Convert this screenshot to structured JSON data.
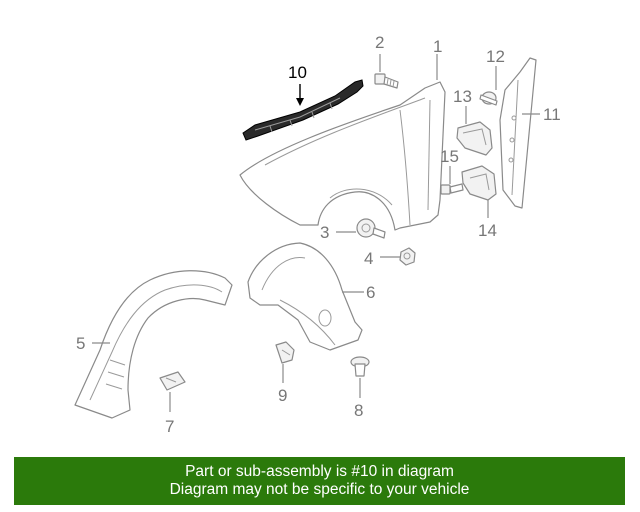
{
  "callouts": {
    "c1": "1",
    "c2": "2",
    "c3": "3",
    "c4": "4",
    "c5": "5",
    "c6": "6",
    "c7": "7",
    "c8": "8",
    "c9": "9",
    "c10": "10",
    "c11": "11",
    "c12": "12",
    "c13": "13",
    "c14": "14",
    "c15": "15"
  },
  "highlighted_part": "10",
  "colors": {
    "banner": "#2b7a0b",
    "highlight": "#000000",
    "lines": "#8a8a8a"
  },
  "footer": {
    "line1": "Part or sub-assembly is #10 in diagram",
    "line2": "Diagram may not be specific to your vehicle"
  }
}
